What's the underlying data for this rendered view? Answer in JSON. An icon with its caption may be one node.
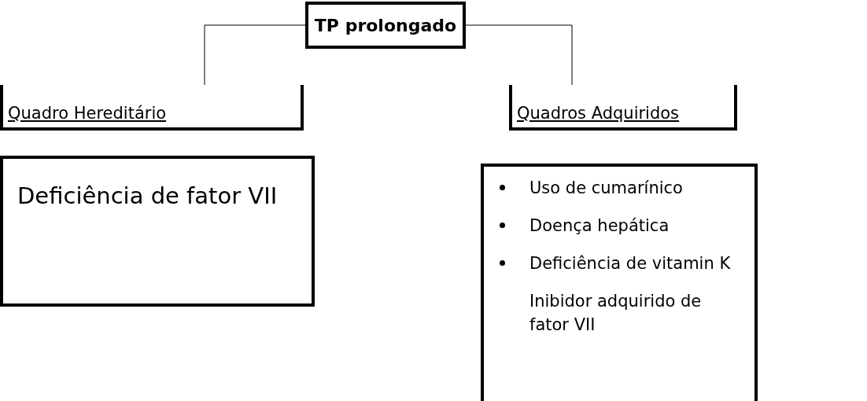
{
  "diagram": {
    "nodes": [
      {
        "text": [
          "TP prolongado"
        ]
      },
      {
        "text": [
          "Quadro Hereditário"
        ]
      },
      {
        "text": [
          "Quadros Adquiridos"
        ]
      },
      {
        "text": [
          "Deficiência de fator VII"
        ]
      },
      {
        "text": [
          "Uso de cumarínico",
          "Doença hepática",
          "Deficiência de vitamin K",
          "Inibidor adquirido de fator VII"
        ]
      }
    ],
    "edges": [
      {
        "from": 0,
        "to": 1,
        "arrow": "none"
      },
      {
        "from": 0,
        "to": 2,
        "arrow": "none"
      }
    ]
  }
}
